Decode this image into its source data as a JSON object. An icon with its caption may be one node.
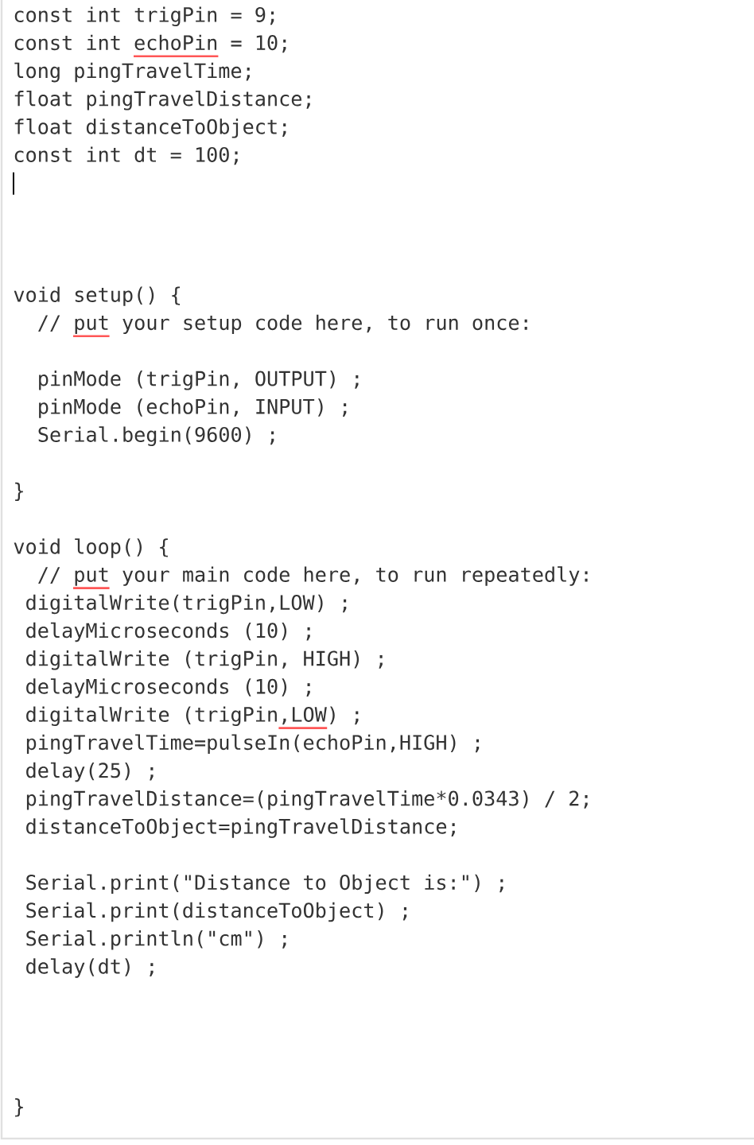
{
  "diagram": {
    "labels": [
      "const int trigPin = 9;",
      "const int echoPin = 10;",
      "long pingTravelTime;",
      "float pingTravelDistance;",
      "float distanceToObject;",
      "const int dt = 100;",
      "void setup() {",
      "// put your setup code here, to run once:",
      "pinMode (trigPin, OUTPUT) ;",
      "pinMode (echoPin, INPUT) ;",
      "Serial.begin(9600) ;",
      "}",
      "void loop() {",
      "// put your main code here, to run repeatedly:",
      "digitalWrite(trigPin,LOW) ;",
      "delayMicroseconds (10) ;",
      "digitalWrite (trigPin, HIGH) ;",
      "delayMicroseconds (10) ;",
      "digitalWrite (trigPin,LOW) ;",
      "pingTravelTime=pulseIn(echoPin,HIGH) ;",
      "delay(25) ;",
      "pingTravelDistance=(pingTravelTime*0.0343) / 2;",
      "distanceToObject=pingTravelDistance;",
      "Serial.print(\"Distance to Object is:\") ;",
      "Serial.print(distanceToObject) ;",
      "Serial.println(\"cm\") ;",
      "delay(dt) ;",
      "}"
    ]
  }
}
